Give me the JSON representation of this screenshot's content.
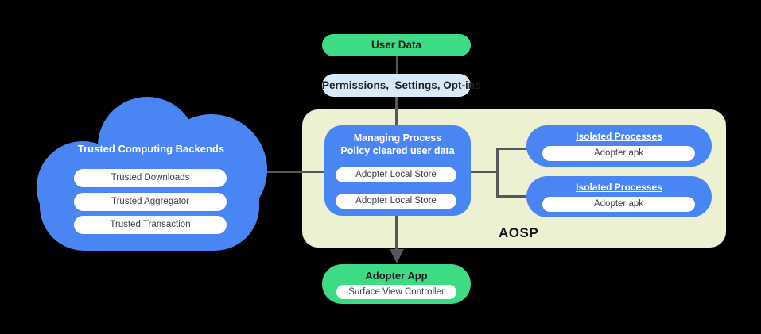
{
  "colors": {
    "background": "#000000",
    "blue": "#4A86F3",
    "green": "#3EDB85",
    "light_blue": "#D8EAF8",
    "light_green": "#ECF2D1",
    "connector_gray": "#55585A",
    "dark_text": "#202124",
    "pill_text": "#3C4043",
    "white": "#FFFFFF"
  },
  "top_flow": {
    "user_data": "User Data",
    "permissions": "Permissions,  Settings, Opt-ins"
  },
  "cloud": {
    "title": "Trusted Computing Backends",
    "items": [
      "Trusted Downloads",
      "Trusted Aggregator",
      "Trusted Transaction"
    ]
  },
  "aosp": {
    "label": "AOSP",
    "managing": {
      "title_line1": "Managing Process",
      "title_line2": "Policy cleared user data",
      "stores": [
        "Adopter Local Store",
        "Adopter Local Store"
      ]
    },
    "isolated": [
      {
        "title": "Isolated Processes",
        "item": "Adopter apk"
      },
      {
        "title": "Isolated Processes",
        "item": "Adopter apk"
      }
    ]
  },
  "adopter_app": {
    "title": "Adopter App",
    "item": "Surface View Controller"
  }
}
